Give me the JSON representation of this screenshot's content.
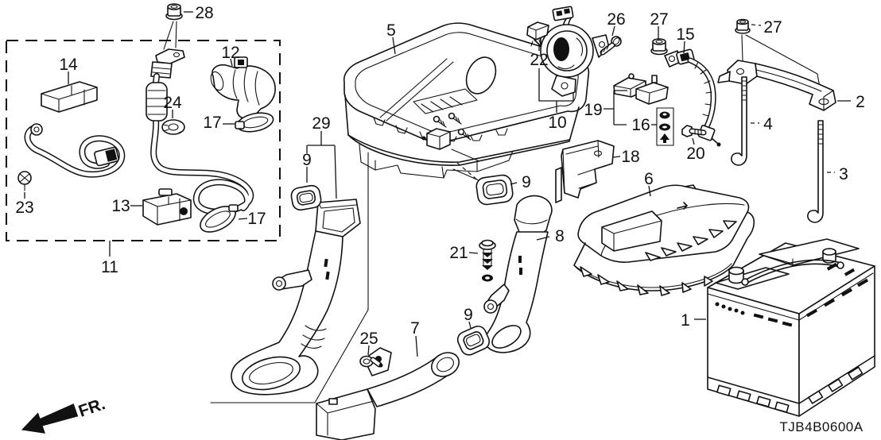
{
  "diagram": {
    "code": "TJB4B0600A",
    "fr": "FR.",
    "colors": {
      "line": "#111111",
      "background": "#ffffff"
    },
    "callouts": [
      "28",
      "14",
      "12",
      "24",
      "17",
      "23",
      "13",
      "17",
      "11",
      "5",
      "22",
      "10",
      "26",
      "27",
      "15",
      "27",
      "2",
      "4",
      "3",
      "19",
      "16",
      "20",
      "18",
      "6",
      "9",
      "8",
      "21",
      "29",
      "9",
      "25",
      "7",
      "9",
      "1"
    ]
  }
}
